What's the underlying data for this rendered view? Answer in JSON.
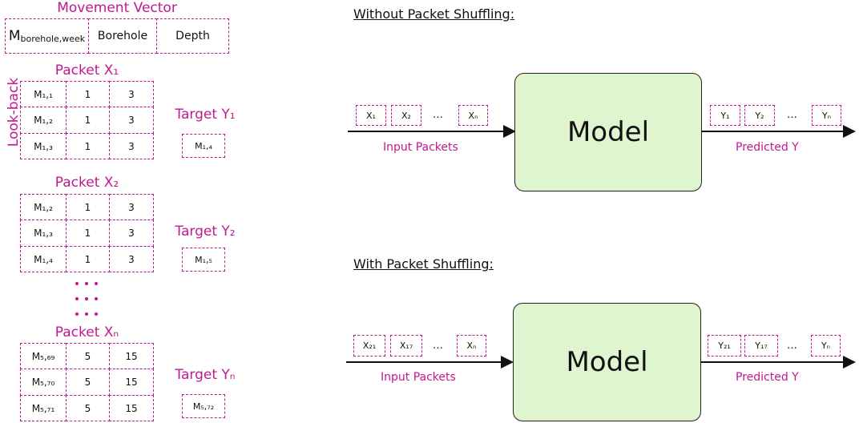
{
  "movement_vector": {
    "title": "Movement Vector",
    "col_m": "M",
    "col_m_sub": "borehole,week",
    "col_borehole": "Borehole",
    "col_depth": "Depth"
  },
  "lookback_label": "Look-back",
  "packets": [
    {
      "title": "Packet X₁",
      "rows": [
        [
          "M₁,₁",
          "1",
          "3"
        ],
        [
          "M₁,₂",
          "1",
          "3"
        ],
        [
          "M₁,₃",
          "1",
          "3"
        ]
      ],
      "target_label": "Target Y₁",
      "target_value": "M₁,₄"
    },
    {
      "title": "Packet X₂",
      "rows": [
        [
          "M₁,₂",
          "1",
          "3"
        ],
        [
          "M₁,₃",
          "1",
          "3"
        ],
        [
          "M₁,₄",
          "1",
          "3"
        ]
      ],
      "target_label": "Target Y₂",
      "target_value": "M₁,₅"
    },
    {
      "title": "Packet Xₙ",
      "rows": [
        [
          "M₅,₆₉",
          "5",
          "15"
        ],
        [
          "M₅,₇₀",
          "5",
          "15"
        ],
        [
          "M₅,₇₁",
          "5",
          "15"
        ]
      ],
      "target_label": "Target Yₙ",
      "target_value": "M₅,₇₂"
    }
  ],
  "without": {
    "heading": "Without Packet Shuffling:",
    "inputs": [
      "X₁",
      "X₂",
      "…",
      "Xₙ"
    ],
    "outputs": [
      "Y₁",
      "Y₂",
      "…",
      "Yₙ"
    ],
    "input_label": "Input Packets",
    "output_label": "Predicted Y",
    "model_label": "Model"
  },
  "with": {
    "heading": "With Packet Shuffling:",
    "inputs": [
      "X₂₁",
      "X₁₇",
      "…",
      "Xₙ"
    ],
    "outputs": [
      "Y₂₁",
      "Y₁₇",
      "…",
      "Yₙ"
    ],
    "input_label": "Input Packets",
    "output_label": "Predicted Y",
    "model_label": "Model"
  },
  "colors": {
    "accent": "#c2188f",
    "model_fill": "#dff5cf",
    "arrow": "#111111"
  }
}
